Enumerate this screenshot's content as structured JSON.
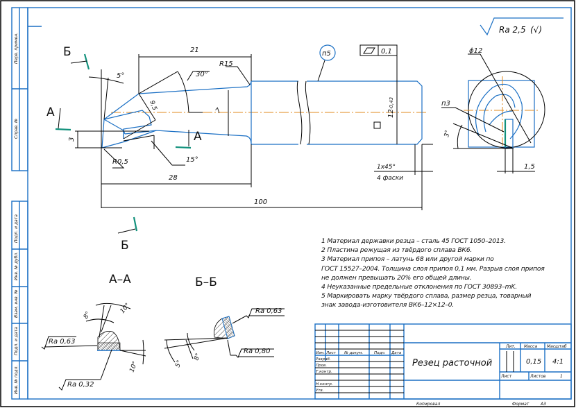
{
  "colors": {
    "frame": "#1a6fc4",
    "outline": "#000000",
    "centerline": "#e08a1e",
    "section_mark": "#12917c"
  },
  "side_stamp": {
    "top": [
      "Перв. примен.",
      "Справ. №"
    ],
    "bottom": [
      "Подп. и дата",
      "Инв. № дубл.",
      "Взам. инв. №",
      "Подп. и дата",
      "Инв. № подл."
    ]
  },
  "roughness_general": {
    "value": "Ra 2,5",
    "suffix": "(√)"
  },
  "main_view": {
    "section_labels": {
      "b_top": "Б",
      "a_left": "А",
      "a_right": "А",
      "b_bottom": "Б"
    },
    "dims": {
      "d21": "21",
      "r15": "R15",
      "a30": "30°",
      "a5": "5°",
      "d9_5": "9,5",
      "d7": "7",
      "d3": "3",
      "r0_5": "R0,5",
      "a15": "15°",
      "d28": "28",
      "d100": "100",
      "chamfer": "1x45°",
      "chamfer_note": "4 фаски",
      "square": "12",
      "square_tol": "-0,43",
      "flatness": "0,1",
      "balloon": "п5"
    }
  },
  "end_view": {
    "dia": "ϕ12",
    "note": "п3",
    "angle": "3°",
    "width": "1,5"
  },
  "section_aa": {
    "title": "А–А",
    "a8": "8°",
    "a10_top": "10°",
    "a10_bot": "10°",
    "ra1": "Ra 0,63",
    "ra2": "Ra 0,32"
  },
  "section_bb": {
    "title": "Б–Б",
    "ra1": "Ra 0,63",
    "ra2": "Ra 0,80",
    "a8": "8°",
    "a5": "5°"
  },
  "notes": [
    "1 Материал державки резца – сталь 45 ГОСТ 1050–2013.",
    "2 Пластина режущая из твёрдого сплава ВК6.",
    "3 Материал припоя – латунь 68 или другой марки по",
    "ГОСТ 15527–2004. Толщина слоя припоя 0,1 мм. Разрыв слоя припоя",
    "не должен превышать 20% его общей длины.",
    "4 Неуказанные предельные отклонения по ГОСТ 30893–mK.",
    "5 Маркировать марку твёрдого сплава, размер резца, товарный",
    "знак завода-изготовителя ВК6–12×12–0."
  ],
  "title_block": {
    "cols": [
      "Изм.",
      "Лист",
      "№ докум.",
      "Подп.",
      "Дата"
    ],
    "rows": [
      "Разраб.",
      "Пров.",
      "Т.контр.",
      "",
      "Н.контр.",
      "Утв."
    ],
    "title": "Резец расточной",
    "lit_label": "Лит.",
    "mass_label": "Масса",
    "scale_label": "Масштаб",
    "mass": "0,15",
    "scale": "4:1",
    "sheet_label": "Лист",
    "sheets_label": "Листов",
    "sheets": "1",
    "copied": "Копировал",
    "format_label": "Формат",
    "format": "А3"
  }
}
